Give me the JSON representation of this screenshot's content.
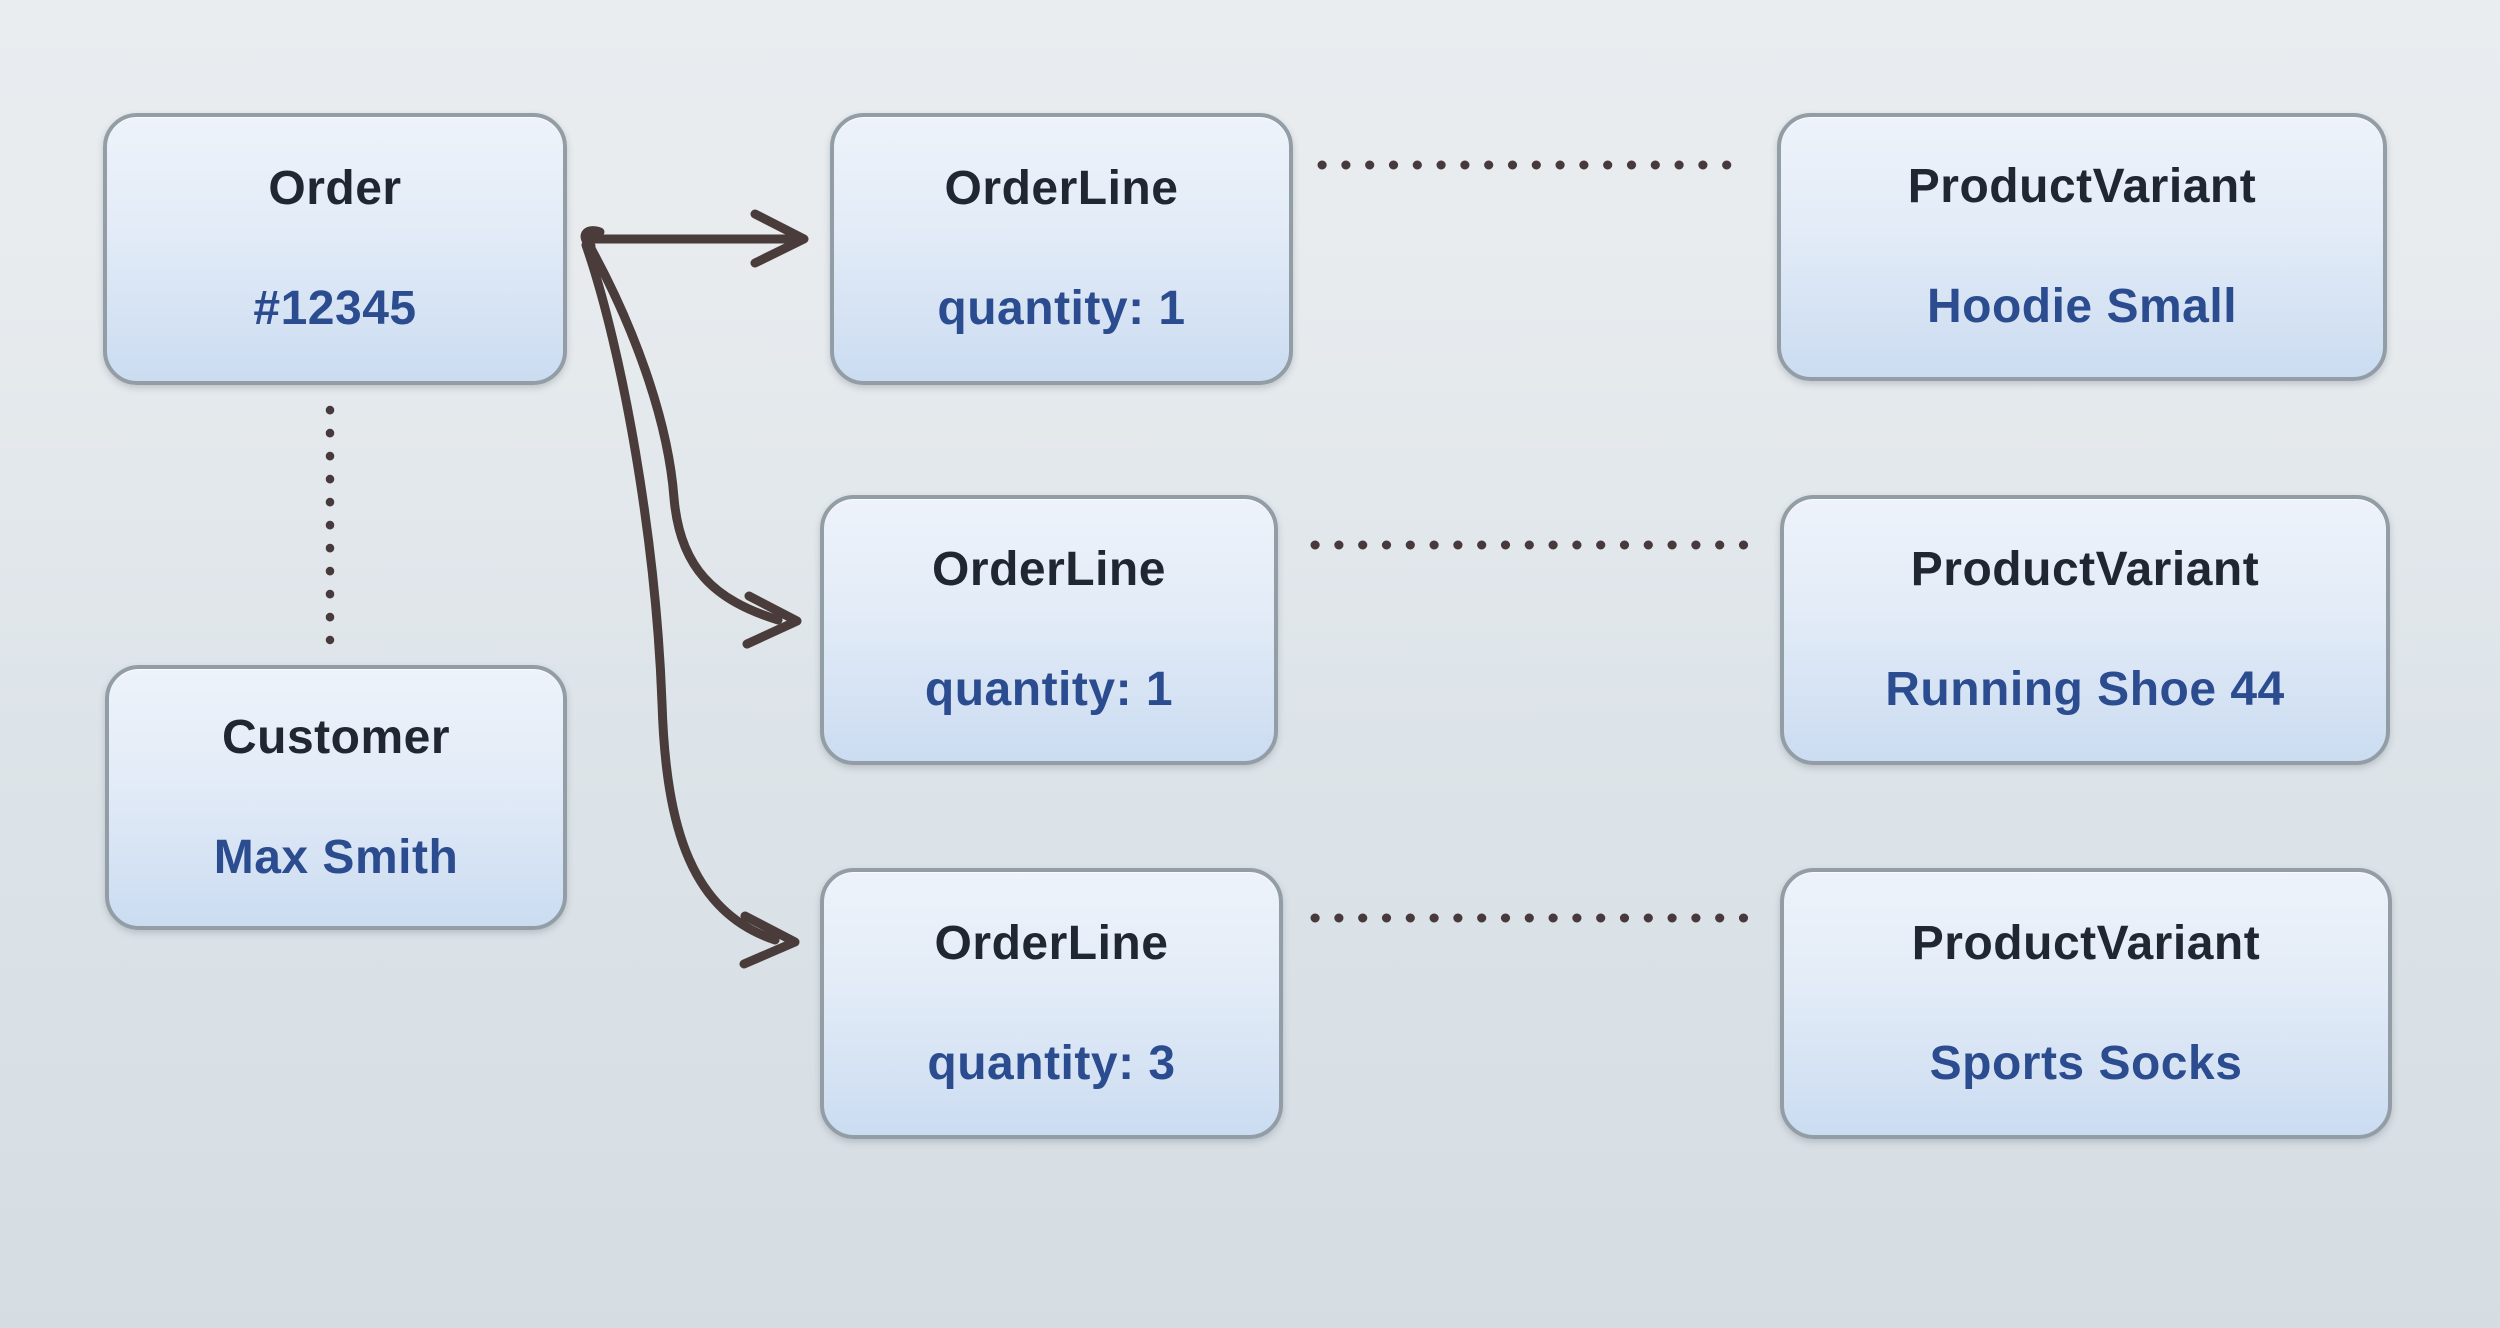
{
  "diagram": {
    "nodes": {
      "order": {
        "title": "Order",
        "value": "#12345"
      },
      "customer": {
        "title": "Customer",
        "value": "Max Smith"
      },
      "order_lines": [
        {
          "title": "OrderLine",
          "value": "quantity: 1"
        },
        {
          "title": "OrderLine",
          "value": "quantity: 1"
        },
        {
          "title": "OrderLine",
          "value": "quantity: 3"
        }
      ],
      "product_variants": [
        {
          "title": "ProductVariant",
          "value": "Hoodie Small"
        },
        {
          "title": "ProductVariant",
          "value": "Running Shoe 44"
        },
        {
          "title": "ProductVariant",
          "value": "Sports Socks"
        }
      ]
    },
    "relations": [
      {
        "from": "Order #12345",
        "to": "OrderLine quantity: 1 (Hoodie Small)",
        "style": "solid-arrow"
      },
      {
        "from": "Order #12345",
        "to": "OrderLine quantity: 1 (Running Shoe 44)",
        "style": "solid-arrow"
      },
      {
        "from": "Order #12345",
        "to": "OrderLine quantity: 3 (Sports Socks)",
        "style": "solid-arrow"
      },
      {
        "from": "Order #12345",
        "to": "Customer Max Smith",
        "style": "dotted"
      },
      {
        "from": "OrderLine quantity: 1",
        "to": "ProductVariant Hoodie Small",
        "style": "dotted"
      },
      {
        "from": "OrderLine quantity: 1",
        "to": "ProductVariant Running Shoe 44",
        "style": "dotted"
      },
      {
        "from": "OrderLine quantity: 3",
        "to": "ProductVariant Sports Socks",
        "style": "dotted"
      }
    ],
    "colors": {
      "title_text": "#1f2733",
      "value_text": "#2c4c90",
      "box_border": "#929da5",
      "box_fill_top": "#eef3fa",
      "box_fill_bottom": "#cbdcf1",
      "connector": "#4a3c3a",
      "background_top": "#e9edf0",
      "background_bottom": "#d5dde3"
    }
  }
}
